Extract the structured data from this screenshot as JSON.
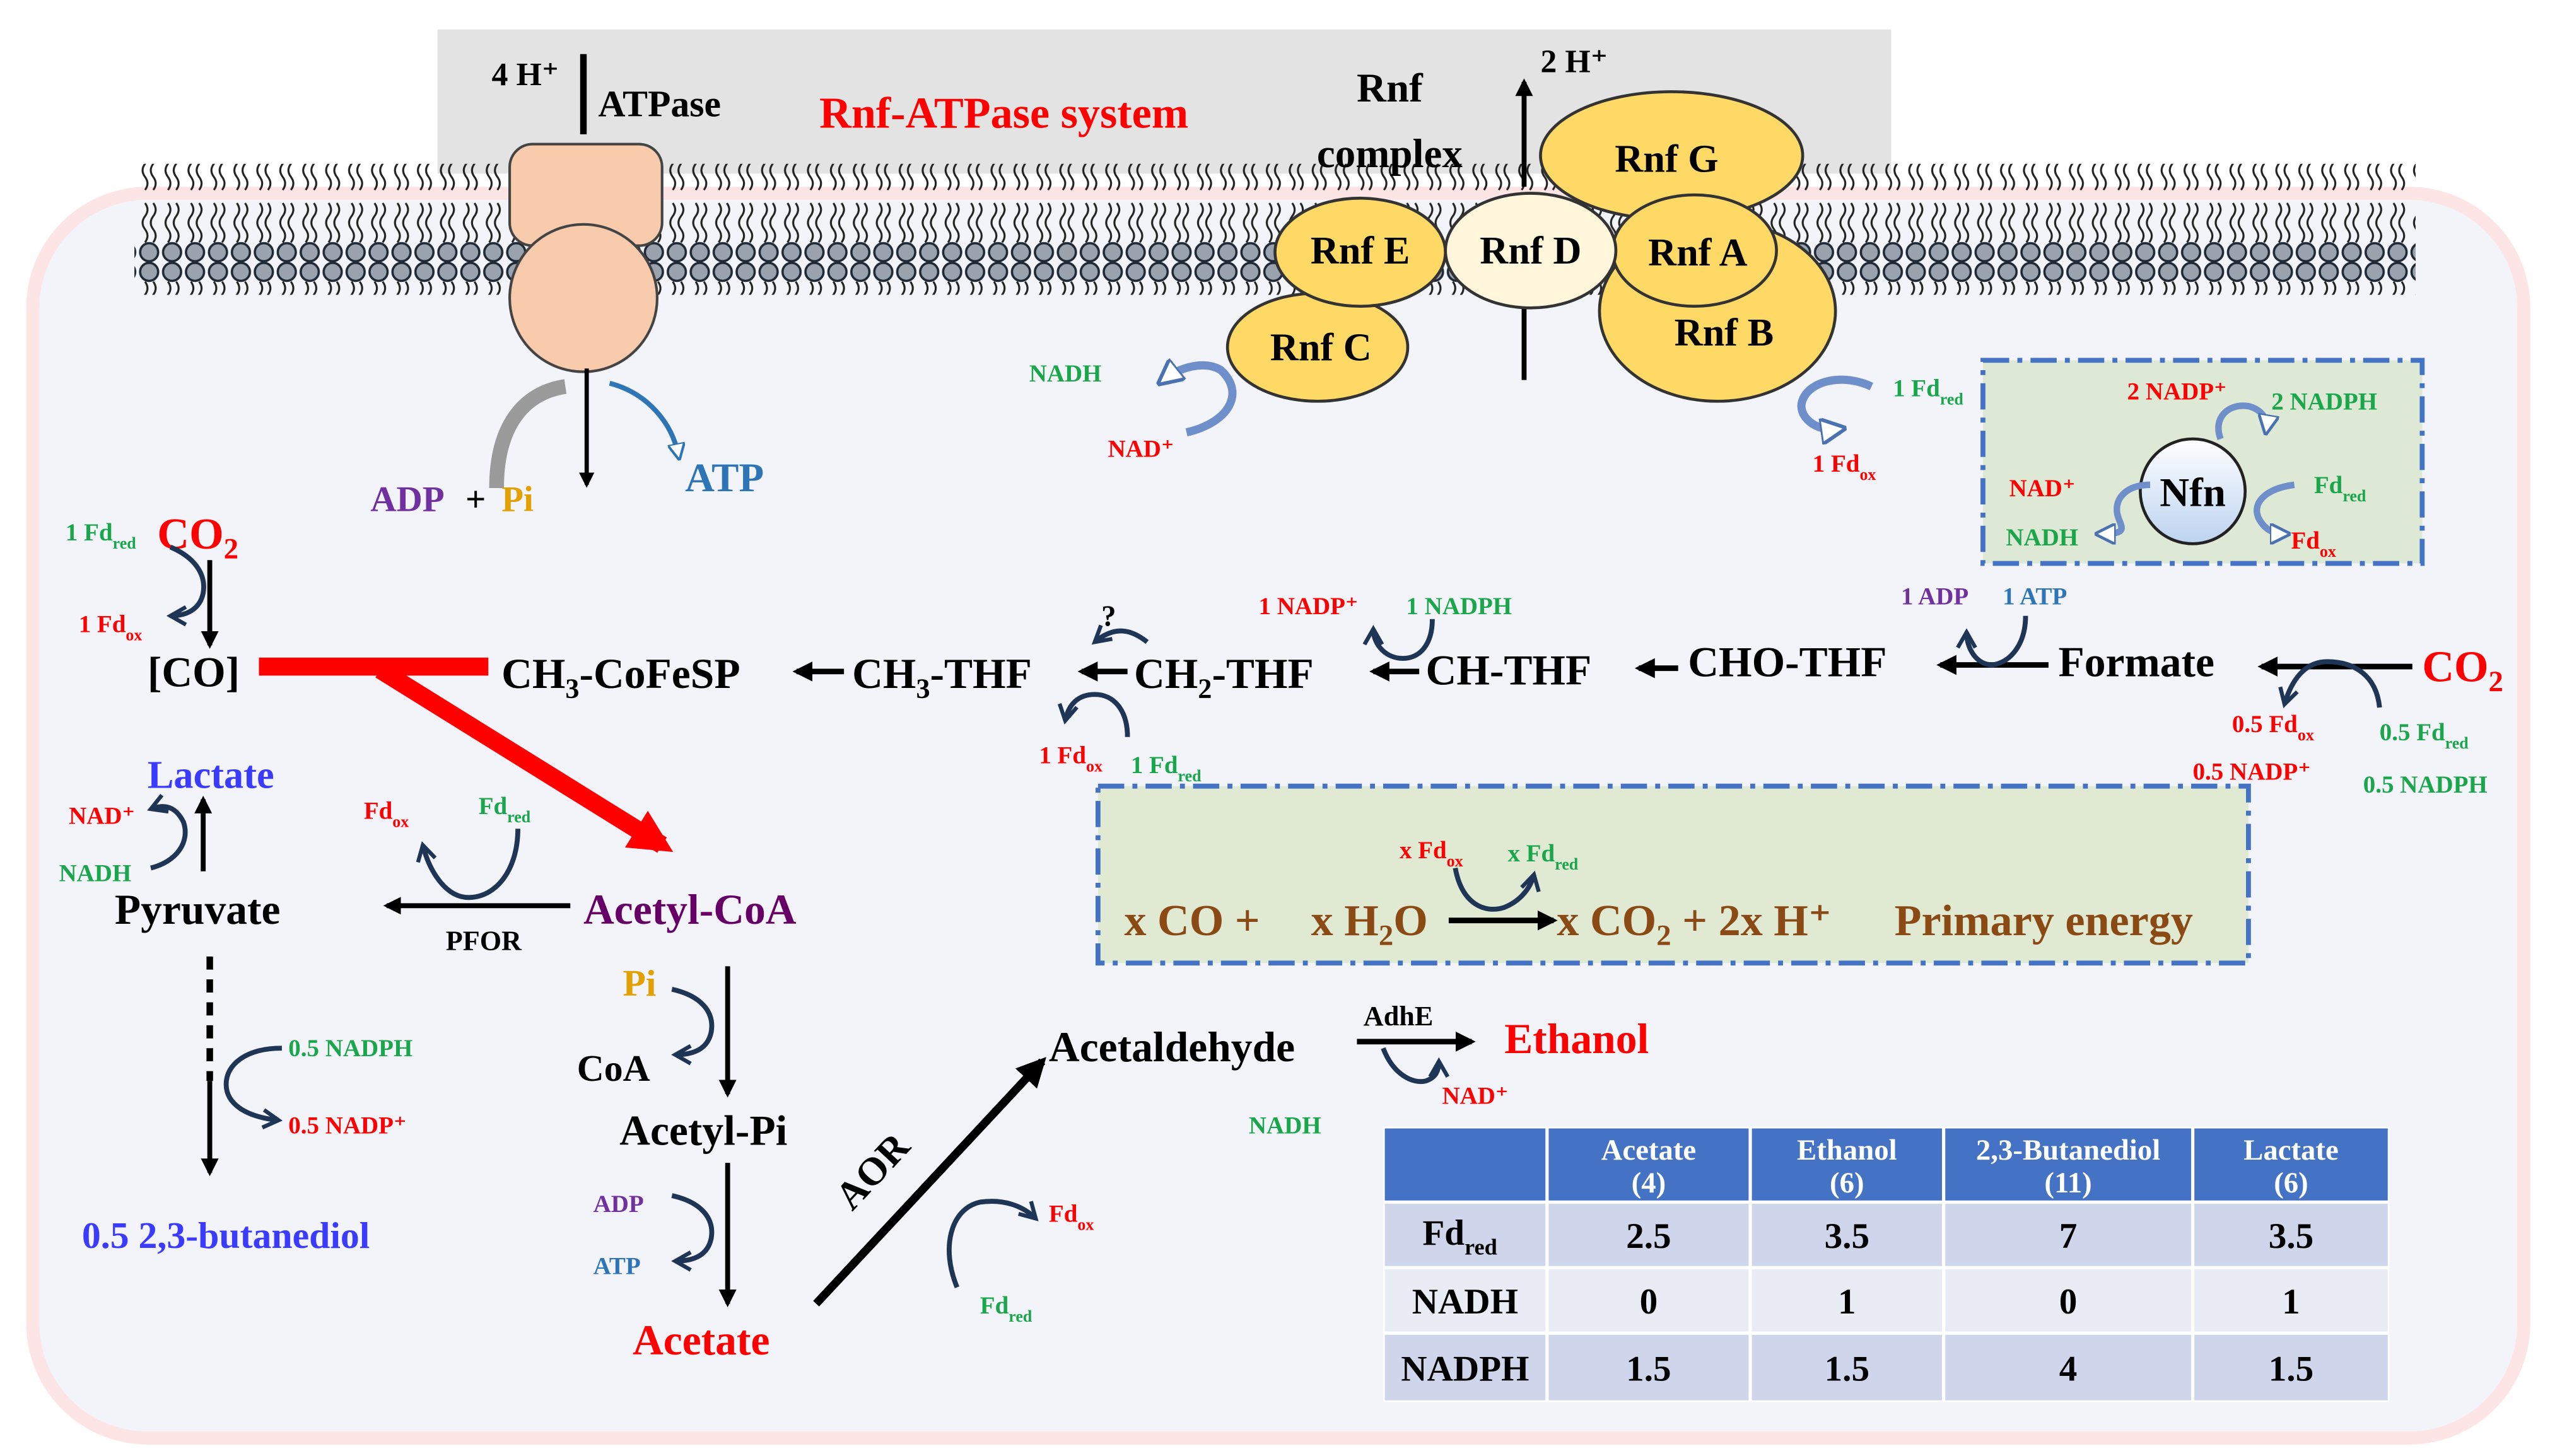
{
  "membrane": {
    "atpase_protons": "4 H⁺",
    "atpase_label": "ATPase",
    "system_title": "Rnf-ATPase system",
    "rnf_complex_line1": "Rnf",
    "rnf_complex_line2": "complex",
    "rnf_protons": "2 H⁺",
    "rnf_g": "Rnf G",
    "rnf_e": "Rnf E",
    "rnf_d": "Rnf D",
    "rnf_a": "Rnf A",
    "rnf_b": "Rnf B",
    "rnf_c": "Rnf C"
  },
  "atp_synthesis": {
    "adp": "ADP",
    "plus": "+",
    "pi": "Pi",
    "atp": "ATP"
  },
  "rnf_cofactors": {
    "nadh": "NADH",
    "nad": "NAD⁺",
    "fd_red": "1 Fd",
    "fd_red_sub": "red",
    "fd_ox": "1 Fd",
    "fd_ox_sub": "ox"
  },
  "nfn": {
    "label": "Nfn",
    "nadp": "2 NADP⁺",
    "nadph": "2 NADPH",
    "nad": "NAD⁺",
    "nadh": "NADH",
    "fd_red": "Fd",
    "fd_red_sub": "red",
    "fd_ox": "Fd",
    "fd_ox_sub": "ox"
  },
  "wood_ljungdahl": {
    "co2_left": "CO",
    "co2_left_sub": "2",
    "fd_red_left": "1 Fd",
    "fd_red_left_sub": "red",
    "fd_ox_left": "1 Fd",
    "fd_ox_left_sub": "ox",
    "co": "[CO]",
    "ch3_cofesp_a": "CH",
    "ch3_cofesp_sub": "3",
    "ch3_cofesp_b": "-CoFeSP",
    "ch3_thf_a": "CH",
    "ch3_thf_sub": "3",
    "ch3_thf_b": "-THF",
    "question": "?",
    "ch2_thf_a": "CH",
    "ch2_thf_sub": "2",
    "ch2_thf_b": "-THF",
    "ch_thf": "CH-THF",
    "cho_thf": "CHO-THF",
    "formate": "Formate",
    "co2_right": "CO",
    "co2_right_sub": "2",
    "nadp_1": "1 NADP⁺",
    "nadph_1": "1 NADPH",
    "fd_ox_mid": "1 Fd",
    "fd_ox_mid_sub": "ox",
    "fd_red_mid": "1 Fd",
    "fd_red_mid_sub": "red",
    "adp_1": "1 ADP",
    "atp_1": "1 ATP",
    "fd_ox_half": "0.5 Fd",
    "fd_ox_half_sub": "ox",
    "fd_red_half": "0.5 Fd",
    "fd_red_half_sub": "red",
    "nadp_half": "0.5 NADP⁺",
    "nadph_half": "0.5 NADPH"
  },
  "co_oxidation": {
    "fd_ox": "x Fd",
    "fd_ox_sub": "ox",
    "fd_red": "x Fd",
    "fd_red_sub": "red",
    "reactant_co": "x CO +",
    "reactant_h2o_a": "x H",
    "reactant_h2o_sub": "2",
    "reactant_h2o_b": "O",
    "product_a": "x CO",
    "product_sub": "2",
    "product_b": " + 2x H⁺",
    "label": "Primary energy"
  },
  "products": {
    "lactate": "Lactate",
    "nad_lac": "NAD⁺",
    "nadh_lac": "NADH",
    "pyruvate": "Pyruvate",
    "pfor": "PFOR",
    "fd_ox_pfor": "Fd",
    "fd_ox_pfor_sub": "ox",
    "fd_red_pfor": "Fd",
    "fd_red_pfor_sub": "red",
    "acetyl_coa": "Acetyl-CoA",
    "pi": "Pi",
    "coa": "CoA",
    "acetyl_pi": "Acetyl-Pi",
    "adp": "ADP",
    "atp": "ATP",
    "acetate": "Acetate",
    "aor": "AOR",
    "fd_ox_aor": "Fd",
    "fd_ox_aor_sub": "ox",
    "fd_red_aor": "Fd",
    "fd_red_aor_sub": "red",
    "acetaldehyde": "Acetaldehyde",
    "adhe": "AdhE",
    "ethanol": "Ethanol",
    "nadh_eth": "NADH",
    "nad_eth": "NAD⁺",
    "nadph_but": "0.5 NADPH",
    "nadp_but": "0.5 NADP⁺",
    "butanediol": "0.5 2,3-butanediol"
  },
  "table": {
    "headers": [
      {
        "name": "Acetate",
        "count": "(4)"
      },
      {
        "name": "Ethanol",
        "count": "(6)"
      },
      {
        "name": "2,3-Butanediol",
        "count": "(11)"
      },
      {
        "name": "Lactate",
        "count": "(6)"
      }
    ],
    "rows": [
      {
        "label": "Fd",
        "label_sub": "red",
        "values": [
          "2.5",
          "3.5",
          "7",
          "3.5"
        ]
      },
      {
        "label": "NADH",
        "label_sub": "",
        "values": [
          "0",
          "1",
          "0",
          "1"
        ]
      },
      {
        "label": "NADPH",
        "label_sub": "",
        "values": [
          "1.5",
          "1.5",
          "4",
          "1.5"
        ]
      }
    ]
  },
  "colors": {
    "title_red": "#ff0000",
    "cofactor_green": "#1aa64a",
    "atp_blue": "#2e75b6",
    "adp_purple": "#7030a0",
    "pi_gold": "#e2a100",
    "acetyl_coa": "#660066",
    "energy_brown": "#8b4a14",
    "table_header": "#4472c4",
    "table_cell": "#cfd5ea",
    "rnf_fill": "#ffd966",
    "nfn_box": "#e2efda",
    "cell_bg": "#f2f4f9",
    "cell_border": "#fde5e5"
  }
}
